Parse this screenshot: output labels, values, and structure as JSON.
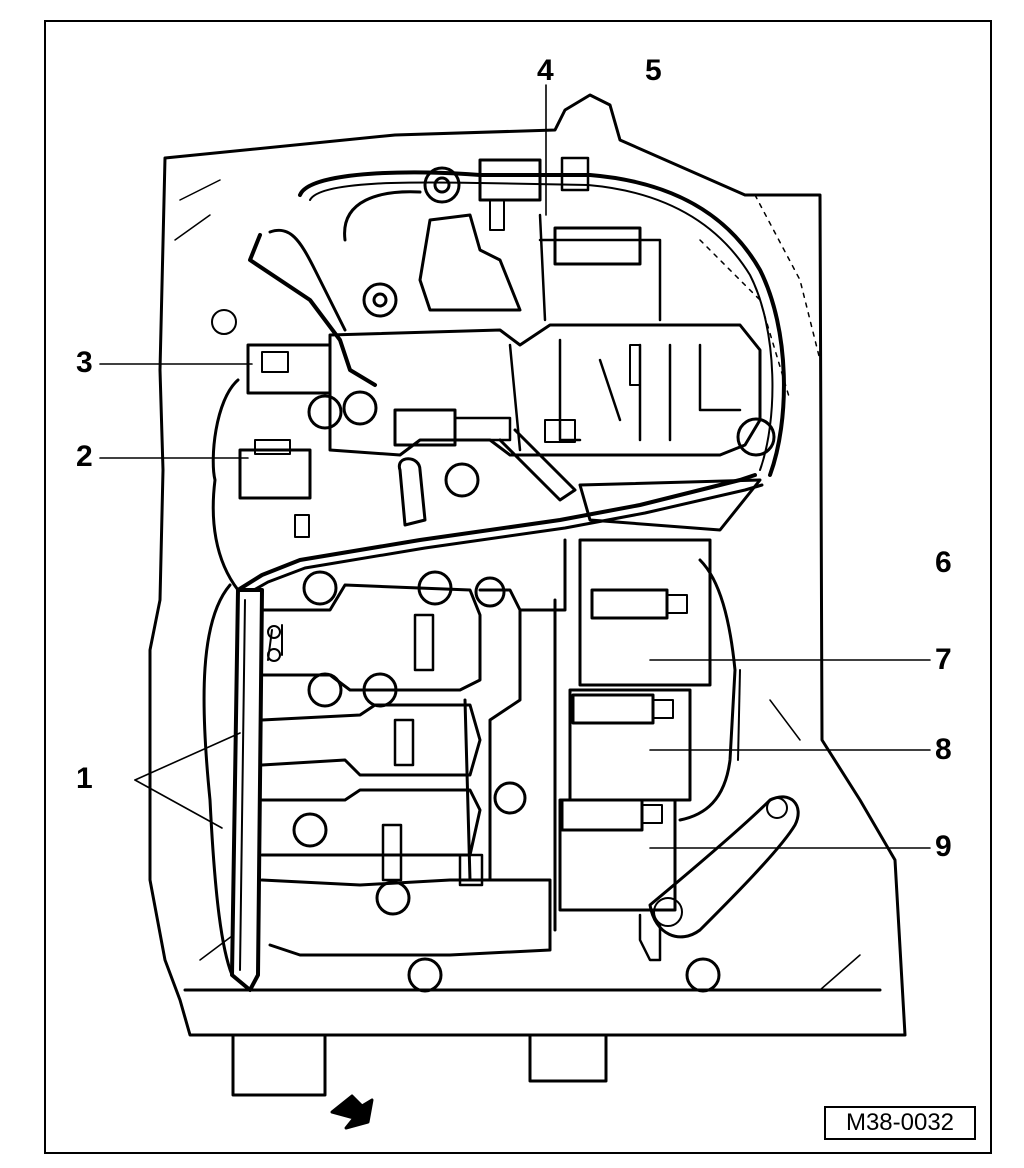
{
  "diagram": {
    "callouts": [
      {
        "id": "1",
        "label": "1"
      },
      {
        "id": "2",
        "label": "2"
      },
      {
        "id": "3",
        "label": "3"
      },
      {
        "id": "4",
        "label": "4"
      },
      {
        "id": "5",
        "label": "5"
      },
      {
        "id": "6",
        "label": "6"
      },
      {
        "id": "7",
        "label": "7"
      },
      {
        "id": "8",
        "label": "8"
      },
      {
        "id": "9",
        "label": "9"
      }
    ],
    "reference_code": "M38-0032"
  }
}
